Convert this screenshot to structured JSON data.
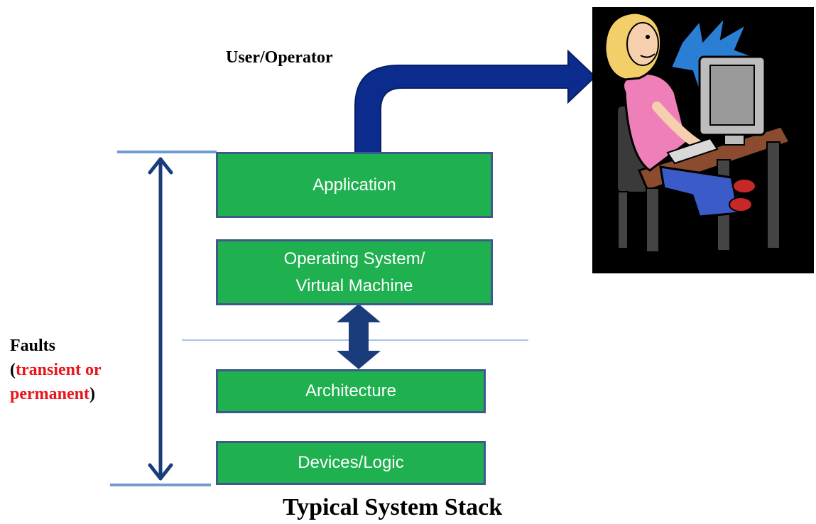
{
  "user_operator_label": "User/Operator",
  "layers": [
    {
      "lines": [
        "Application"
      ]
    },
    {
      "lines": [
        "Operating System/",
        "Virtual Machine"
      ]
    },
    {
      "lines": [
        "Architecture"
      ]
    },
    {
      "lines": [
        "Devices/Logic"
      ]
    }
  ],
  "faults": {
    "title": "Faults",
    "open_paren": "(",
    "kind_line1": "transient or",
    "kind_line2": "permanent",
    "close_paren": ")"
  },
  "caption": "Typical System Stack",
  "colors": {
    "layer_fill": "#1fb04f",
    "layer_border": "#3d5a8c",
    "arrow_dark_blue": "#0b2c8c",
    "fault_arrow": "#1a3c7a",
    "bounds_line": "#6f9bd1",
    "fault_highlight": "#e8161c"
  },
  "illustration": "woman-at-computer-clipart"
}
